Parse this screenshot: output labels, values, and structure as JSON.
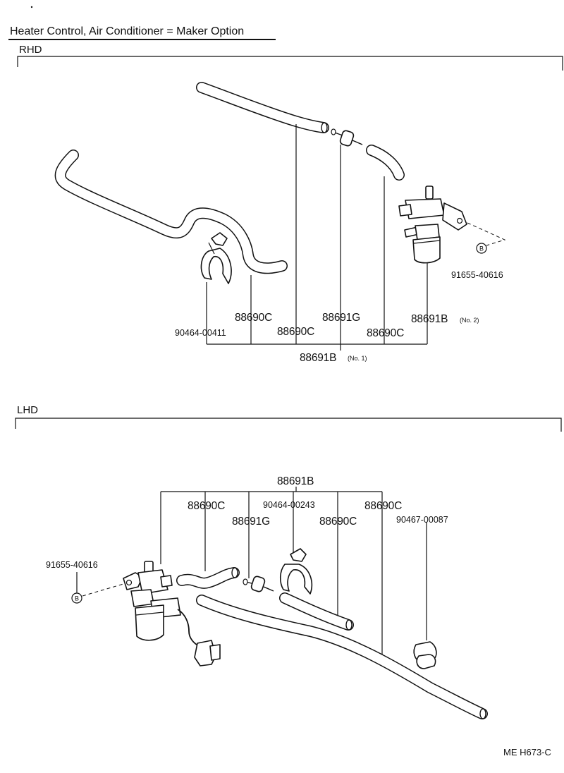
{
  "title": "Heater Control, Air Conditioner = Maker Option",
  "footer_code": "ME  H673-C",
  "rhd": {
    "label": "RHD",
    "parts": {
      "bolt": "91655-40616",
      "bolt_marker": "B",
      "clamp": "90464-00411",
      "hose_a": "88690C",
      "hose_b": "88690C",
      "fitting": "88691G",
      "hose_c": "88690C",
      "valve": "88691B",
      "valve_note": "(No. 2)",
      "assembly": "88691B",
      "assembly_note": "(No. 1)"
    }
  },
  "lhd": {
    "label": "LHD",
    "parts": {
      "assembly": "88691B",
      "hose_a": "88690C",
      "clamp_a": "90464-00243",
      "hose_b": "88690C",
      "fitting": "88691G",
      "hose_c": "88690C",
      "clamp_b": "90467-00087",
      "bolt": "91655-40616",
      "bolt_marker": "B"
    }
  }
}
